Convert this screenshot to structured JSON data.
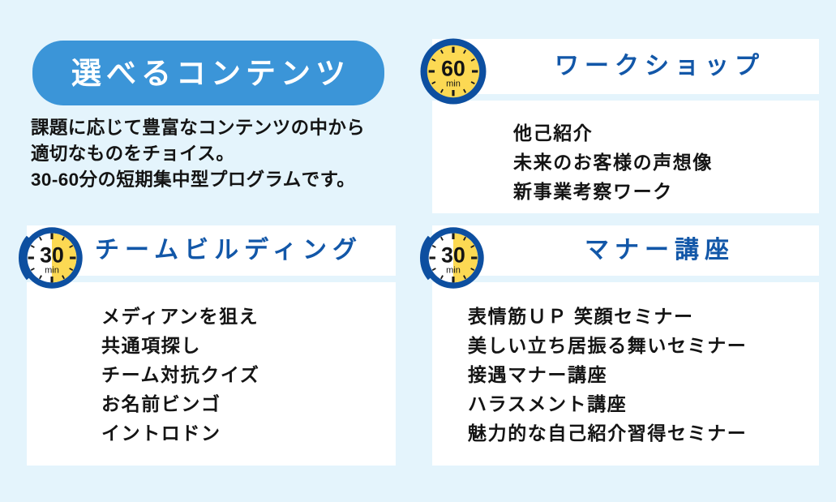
{
  "theme": {
    "background": "#e4f4fc",
    "pill_blue": "#3b95d8",
    "title_blue": "#1257a8",
    "timer_ring": "#0d4fa0",
    "timer_face_yellow": "#fcd953",
    "timer_face_white": "#ffffff",
    "text_dark": "#141414",
    "card_white": "#ffffff"
  },
  "header": {
    "title": "選べるコンテンツ",
    "description_lines": [
      "課題に応じて豊富なコンテンツの中から",
      "適切なものをチョイス。",
      "30-60分の短期集中型プログラムです。"
    ]
  },
  "sections": [
    {
      "id": "workshop",
      "title": "ワークショップ",
      "timer": {
        "value": "60",
        "unit": "min",
        "fill": "full",
        "icon": "stopwatch-icon"
      },
      "items": [
        "他己紹介",
        "未来のお客様の声想像",
        "新事業考察ワーク"
      ]
    },
    {
      "id": "team-building",
      "title": "チームビルディング",
      "timer": {
        "value": "30",
        "unit": "min",
        "fill": "half",
        "icon": "stopwatch-icon"
      },
      "items": [
        "メディアンを狙え",
        "共通項探し",
        "チーム対抗クイズ",
        "お名前ビンゴ",
        "イントロドン"
      ]
    },
    {
      "id": "manner",
      "title": "マナー講座",
      "timer": {
        "value": "30",
        "unit": "min",
        "fill": "half",
        "icon": "stopwatch-icon"
      },
      "items": [
        "表情筋ＵＰ 笑顔セミナー",
        "美しい立ち居振る舞いセミナー",
        "接遇マナー講座",
        "ハラスメント講座",
        "魅力的な自己紹介習得セミナー"
      ]
    }
  ]
}
